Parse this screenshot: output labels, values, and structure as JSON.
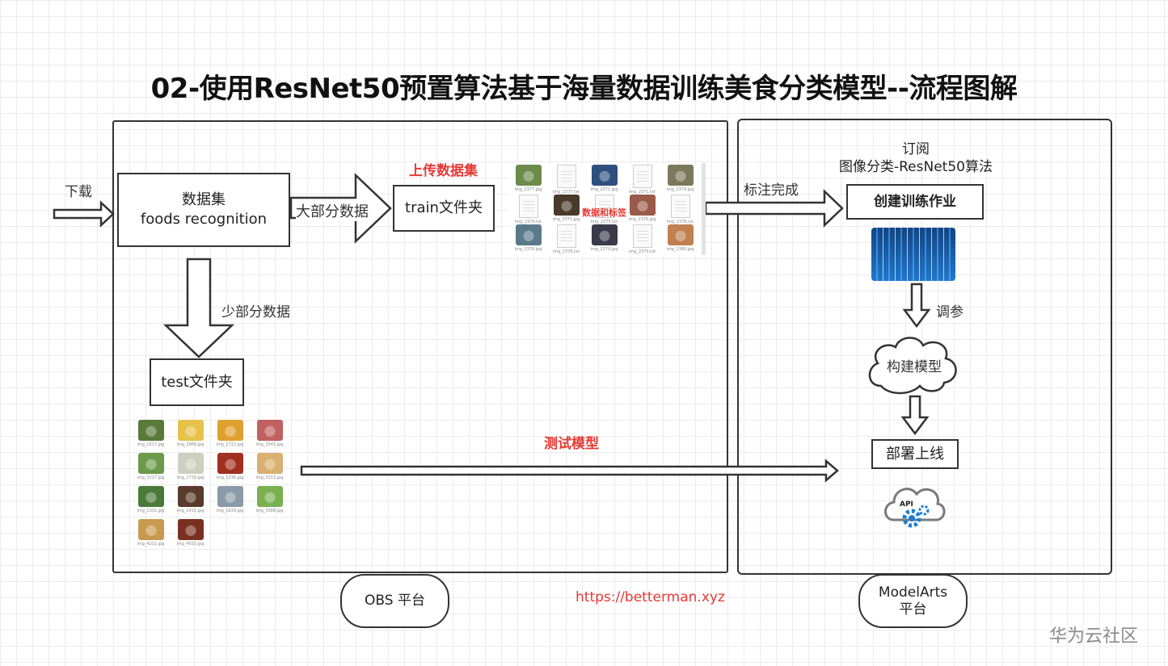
{
  "title": "02-使用ResNet50预置算法基于海量数据训练美食分类模型--流程图解",
  "left": {
    "download_label": "下载",
    "dataset_box": {
      "line1": "数据集",
      "line2": "foods recognition"
    },
    "major_label": "大部分数据",
    "train_box": "train文件夹",
    "upload_label": "上传数据集",
    "data_label_overlay": "数据和标签",
    "minor_label": "少部分数据",
    "test_box": "test文件夹",
    "platform": "OBS 平台"
  },
  "middle": {
    "annotate_label": "标注完成",
    "test_label": "测试模型",
    "url": "https://betterman.xyz"
  },
  "right": {
    "subscribe_line1": "订阅",
    "subscribe_line2": "图像分类-ResNet50算法",
    "train_job_box": "创建训练作业",
    "tune_label": "调参",
    "build_model": "构建模型",
    "deploy_box": "部署上线",
    "api_text": "API",
    "platform_line1": "ModelArts",
    "platform_line2": "平台"
  },
  "train_thumbs": [
    {
      "kind": "img",
      "color": "#6c8a4a",
      "cap": "img_2377.jpg"
    },
    {
      "kind": "doc",
      "cap": "img_2377.txt"
    },
    {
      "kind": "img",
      "color": "#2f4f7f",
      "cap": "img_2371.jpg"
    },
    {
      "kind": "doc",
      "cap": "img_2371.txt"
    },
    {
      "kind": "img",
      "color": "#7a7a5a",
      "cap": "img_2374.jpg"
    },
    {
      "kind": "doc",
      "cap": "img_2374.txt"
    },
    {
      "kind": "img",
      "color": "#4a3a2a",
      "cap": "img_2375.jpg"
    },
    {
      "kind": "doc",
      "cap": "img_2375.txt"
    },
    {
      "kind": "img",
      "color": "#9a5a4a",
      "cap": "img_2376.jpg"
    },
    {
      "kind": "doc",
      "cap": "img_2376.txt"
    },
    {
      "kind": "img",
      "color": "#5a7a8a",
      "cap": "img_2378.jpg"
    },
    {
      "kind": "doc",
      "cap": "img_2378.txt"
    },
    {
      "kind": "img",
      "color": "#3a3a4a",
      "cap": "img_2379.jpg"
    },
    {
      "kind": "doc",
      "cap": "img_2379.txt"
    },
    {
      "kind": "img",
      "color": "#c08050",
      "cap": "img_2380.jpg"
    }
  ],
  "test_thumbs": [
    {
      "color": "#5a7a3a",
      "cap": "img_1517.jpg"
    },
    {
      "color": "#e6c24a",
      "cap": "img_2960.jpg"
    },
    {
      "color": "#e0a030",
      "cap": "img_1722.jpg"
    },
    {
      "color": "#c06060",
      "cap": "img_2541.jpg"
    },
    {
      "color": "#6a9a4a",
      "cap": "img_3217.jpg"
    },
    {
      "color": "#cfcfc0",
      "cap": "img_2733.jpg"
    },
    {
      "color": "#a03020",
      "cap": "img_1236.jpg"
    },
    {
      "color": "#d8b070",
      "cap": "img_3311.jpg"
    },
    {
      "color": "#4a7a3a",
      "cap": "img_1331.jpg"
    },
    {
      "color": "#5a3a2a",
      "cap": "img_2415.jpg"
    },
    {
      "color": "#8a9aa8",
      "cap": "img_1639.jpg"
    },
    {
      "color": "#7ab050",
      "cap": "img_3588.jpg"
    },
    {
      "color": "#c89a50",
      "cap": "img_4211.jpg"
    },
    {
      "color": "#7a3020",
      "cap": "img_4015.jpg"
    }
  ],
  "watermark": "华为云社区",
  "colors": {
    "accent_red": "#e53935",
    "line": "#333333",
    "api_blue": "#1a7fd4"
  }
}
